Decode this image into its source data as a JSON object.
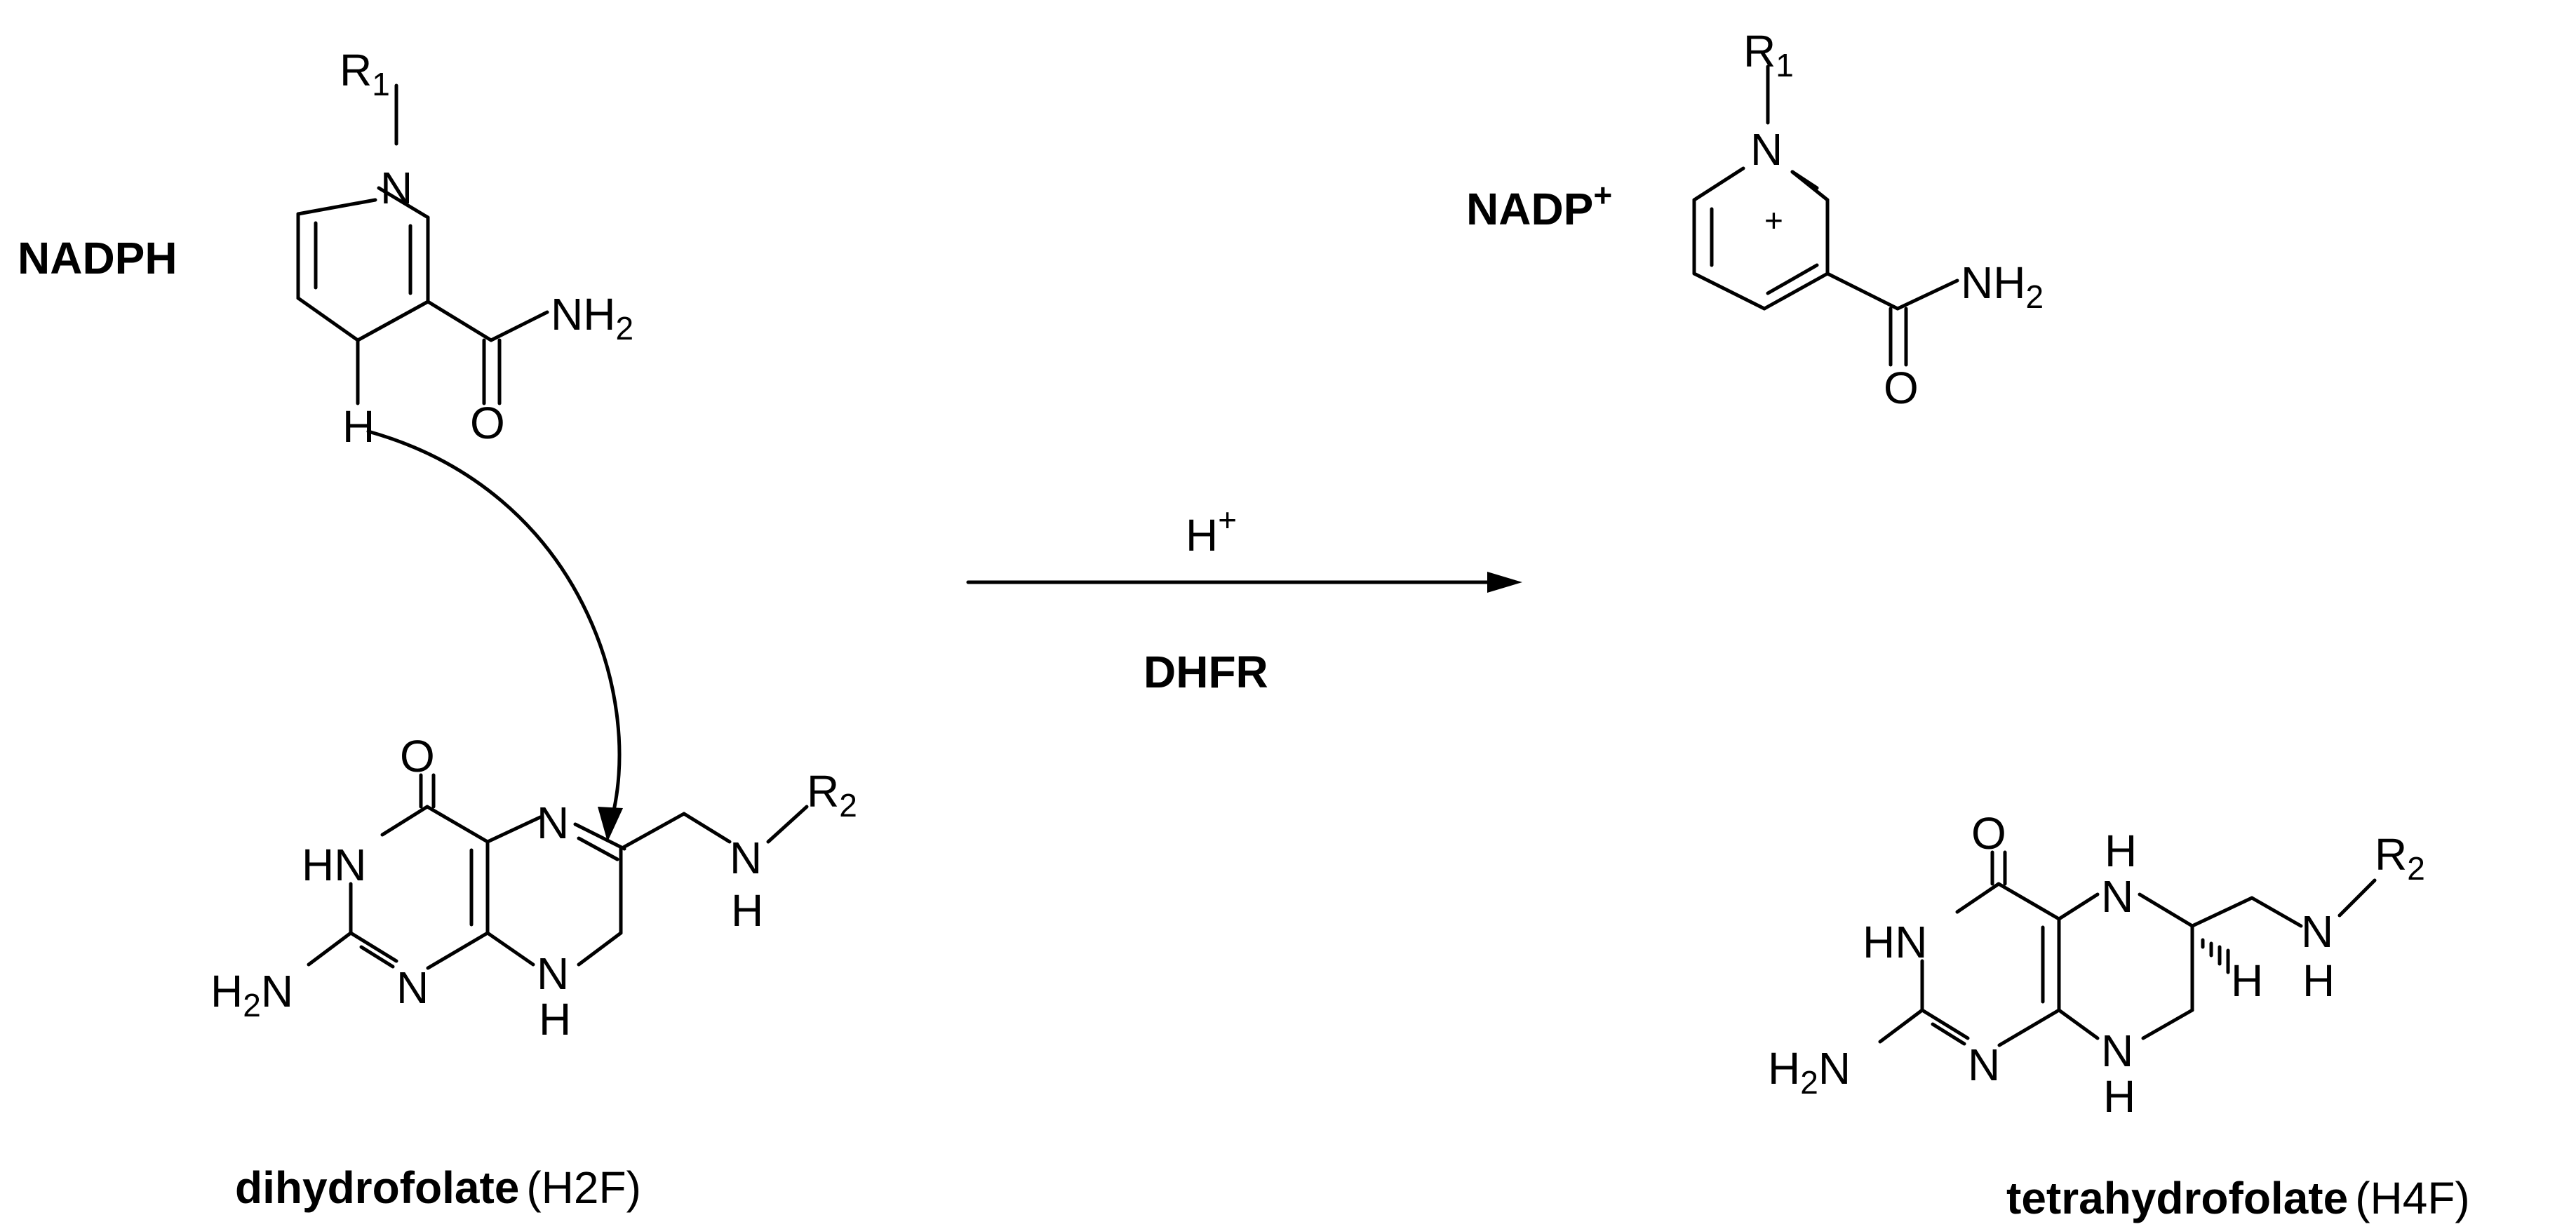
{
  "reactants": {
    "cofactor_label": "NADPH",
    "substrate_name": "dihydrofolate",
    "substrate_abbrev": "(H2F)"
  },
  "products": {
    "cofactor_label": "NADP",
    "cofactor_charge": "+",
    "product_name": "tetrahydrofolate",
    "product_abbrev": "(H4F)"
  },
  "arrow": {
    "top_label": "H",
    "top_charge": "+",
    "bottom_label": "DHFR"
  },
  "atoms": {
    "nitrogen": "N",
    "hydrogen": "H",
    "oxygen": "O",
    "r_group": "R",
    "r1_index": "1",
    "r2_index": "2",
    "amide_group": "NH",
    "amine_h": "H",
    "subscript_2": "2",
    "amino_prefix": "H",
    "amino_n": "N",
    "ring_nh": "HN",
    "ring_charge": "+"
  }
}
